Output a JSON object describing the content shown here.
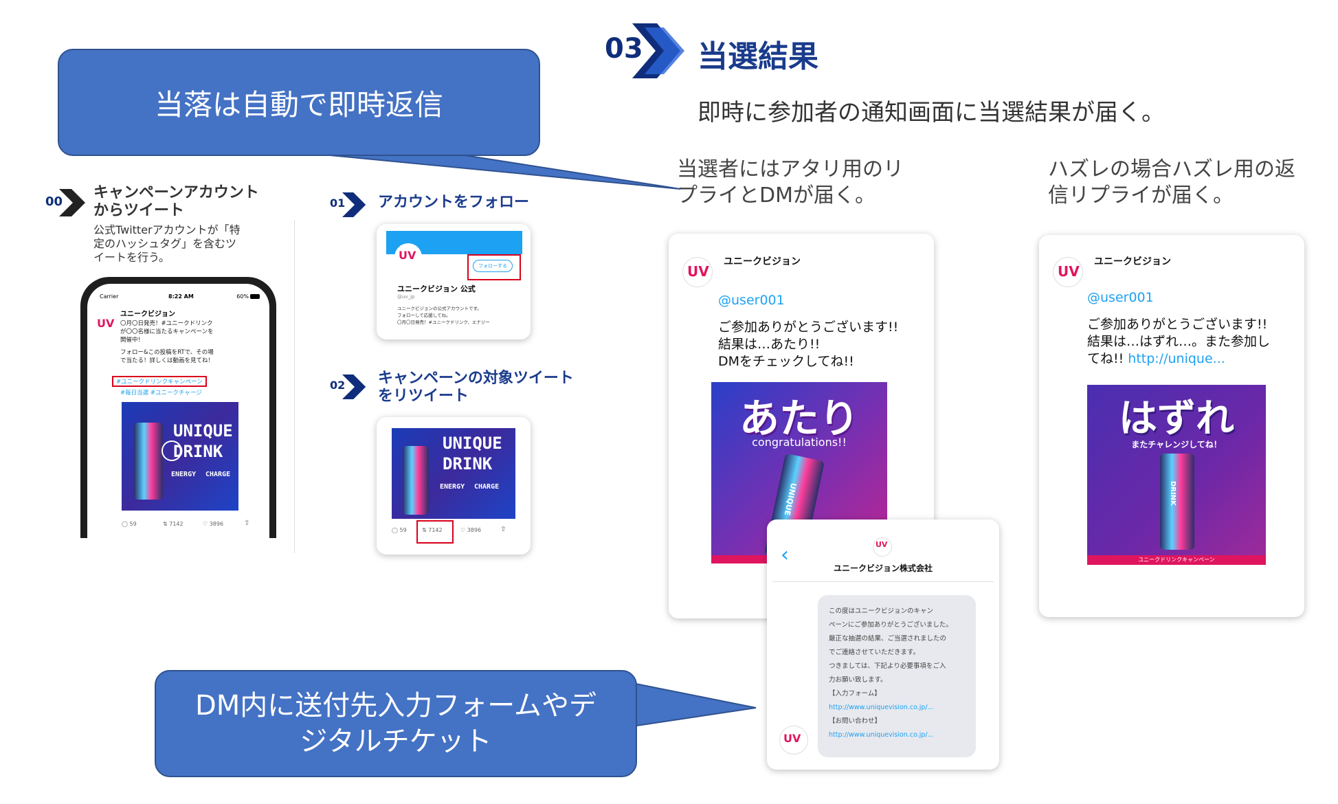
{
  "section03": {
    "badge": "03",
    "title": "当選結果",
    "subtitle": "即時に参加者の通知画面に当選結果が届く。",
    "winner_heading_1": "当選者にはアタリ用のリ",
    "winner_heading_2": "プライとDMが届く。",
    "loser_heading_1": "ハズレの場合ハズレ用の返",
    "loser_heading_2": "信リプライが届く。"
  },
  "callouts": {
    "top": "当落は自動で即時返信",
    "bottom_1": "DM内に送付先入力フォームやデ",
    "bottom_2": "ジタルチケット"
  },
  "step00": {
    "badge": "00",
    "title_1": "キャンペーンアカウント",
    "title_2": "からツイート",
    "text_1": "公式Twitterアカウントが「特",
    "text_2": "定のハッシュタグ」を含むツ",
    "text_3": "イートを行う。"
  },
  "phone": {
    "carrier": "Carrier",
    "time": "8:22 AM",
    "battery": "60%",
    "account": "ユニークビジョン",
    "line1": "〇月〇日発売！#ユニークドリンク",
    "line2": "が〇〇名様に当たるキャンペーンを",
    "line3": "開催中！",
    "line4": "フォロー&この投稿をRTで、その場",
    "line5": "で当たる！詳しくは動画を見てね！",
    "hashtag1": "#ユニークドリンクキャンペーン",
    "hashtag2": "#毎日当選 #ユニークチャージ",
    "replies": "59",
    "retweets": "7142",
    "likes": "3896"
  },
  "step01": {
    "badge": "01",
    "title": "アカウントをフォロー",
    "follow_button": "フォローする",
    "account_name": "ユニークビジョン 公式",
    "handle": "@uv_jp",
    "bio1": "ユニークビジョンの公式アカウントです。",
    "bio2": "フォローして応援してね。",
    "bio3": "〇月〇日発売！#ユニークドリンク、エナジー"
  },
  "step02": {
    "badge": "02",
    "title_1": "キャンペーンの対象ツイート",
    "title_2": "をリツイート",
    "replies": "59",
    "retweets": "7142",
    "likes": "3896"
  },
  "artwork": {
    "brand_1": "UNIQUE",
    "brand_2": "DRINK",
    "tagline_1": "ENERGY",
    "tagline_2": "CHARGE",
    "can_label_1": "UNIQUE",
    "can_label_2": "DRINK"
  },
  "winner_card": {
    "account": "ユニークビジョン",
    "mention": "@user001",
    "line1": "ご参加ありがとうございます!!",
    "line2": "結果は…あたり!!",
    "line3": "DMをチェックしてね!!",
    "image_title": "あたり",
    "image_sub": "congratulations!!"
  },
  "loser_card": {
    "account": "ユニークビジョン",
    "mention": "@user001",
    "line1": "ご参加ありがとうございます!!",
    "line2": "結果は…はずれ…。また参加し",
    "line3_text": "てね!! ",
    "line3_link": "http://unique...",
    "image_title": "はずれ",
    "image_sub": "またチャレンジしてね！",
    "image_footer": "ユニークドリンクキャンペーン"
  },
  "dm": {
    "back_icon": "chevron-left-icon",
    "title": "ユニークビジョン株式会社",
    "msg1": "この度はユニークビジョンのキャン",
    "msg2": "ペーンにご参加ありがとうございました。",
    "msg3": "厳正な抽選の結果、ご当選されましたの",
    "msg4": "でご連絡させていただきます。",
    "msg5": "つきましては、下記より必要事項をご入",
    "msg6": "力お願い致します。",
    "form_label": "【入力フォーム】",
    "form_link": "http://www.uniquevision.co.jp/...",
    "contact_label": "【お問い合わせ】",
    "contact_link": "http://www.uniquevision.co.jp/..."
  },
  "logo_text": "UV",
  "colors": {
    "callout_blue": "#4472c4",
    "navy": "#0f2d7a",
    "twitter_blue": "#1da1f2",
    "accent_red": "#e0155f",
    "highlight_red": "#d9001b"
  }
}
